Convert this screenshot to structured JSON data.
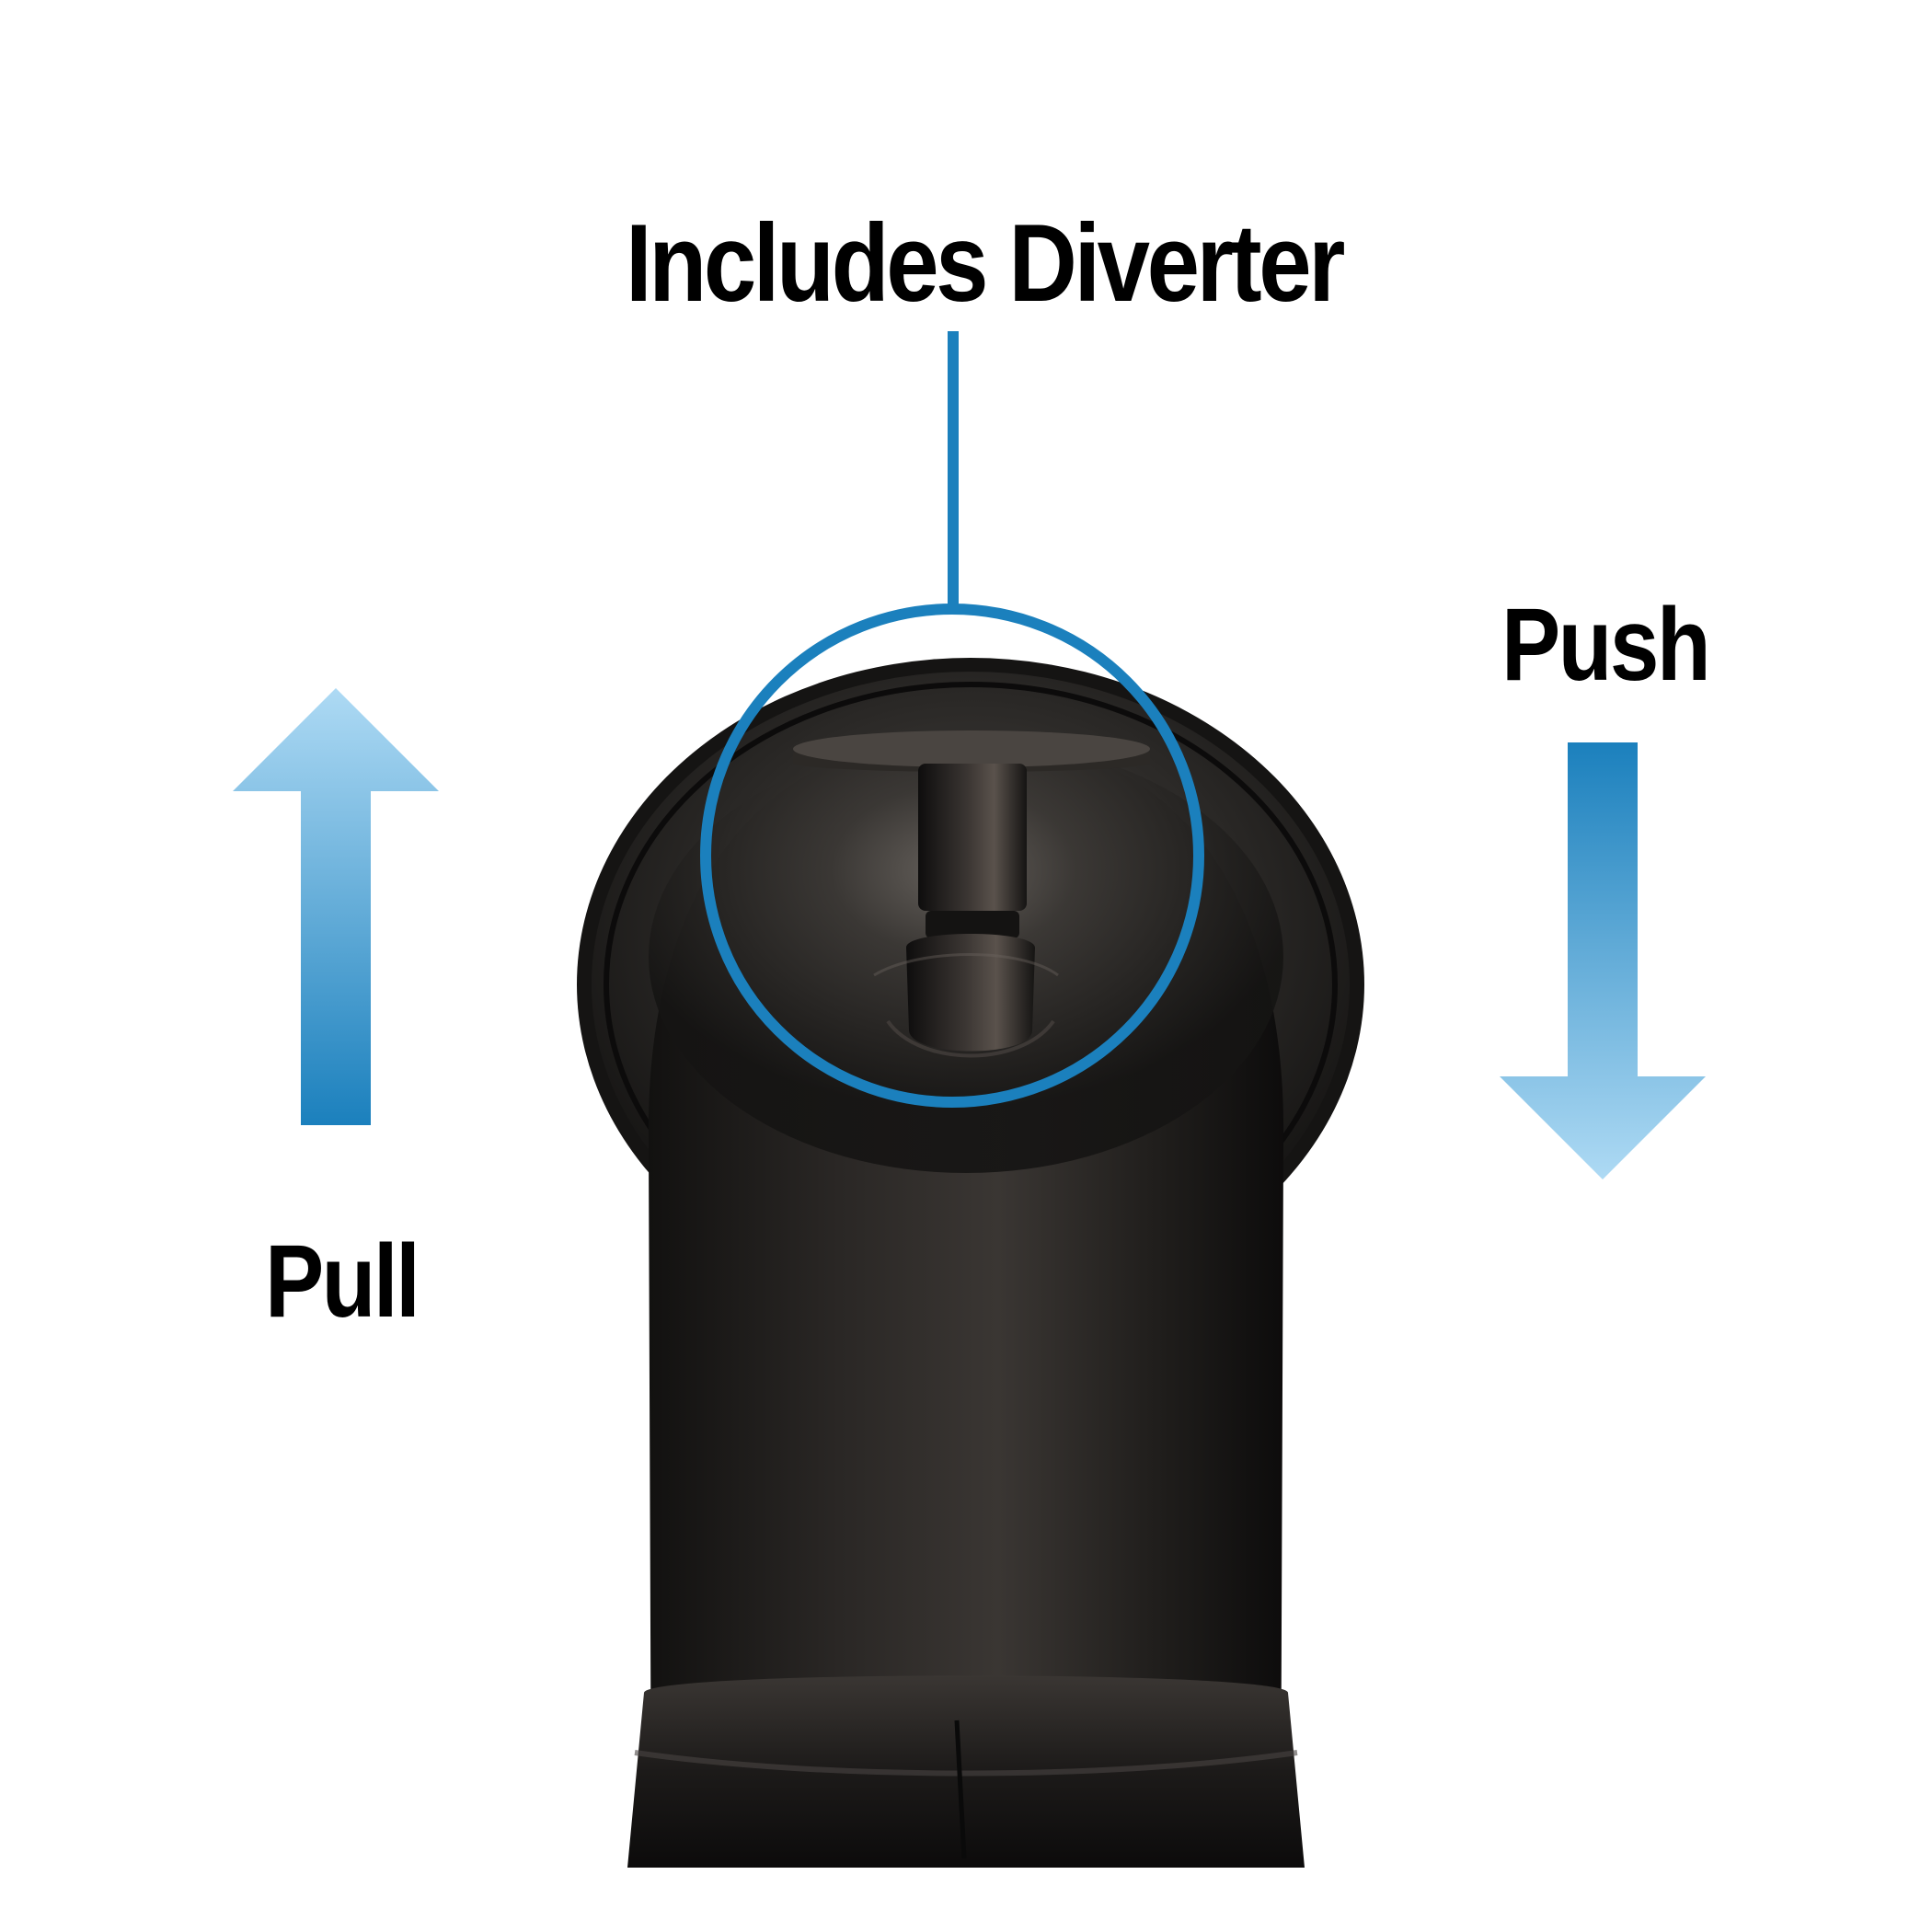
{
  "labels": {
    "headline": "Includes Diverter",
    "push": "Push",
    "pull": "Pull"
  },
  "icons": {
    "pull_arrow": "arrow-up-icon",
    "push_arrow": "arrow-down-icon",
    "product": "tub-spout-diverter"
  },
  "colors": {
    "background": "#ffffff",
    "accent_blue": "#1b80bd",
    "light_blue": "#aedaf4",
    "text": "#000000",
    "spout_finish": "#1f1f1f"
  }
}
